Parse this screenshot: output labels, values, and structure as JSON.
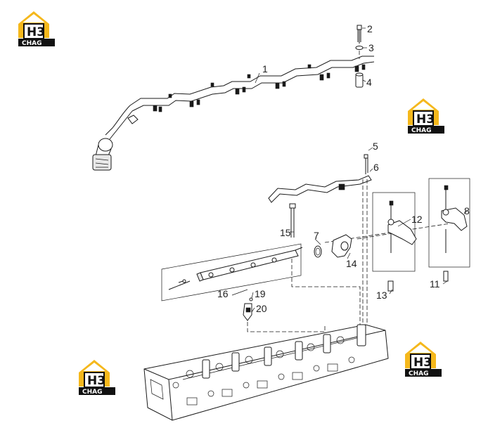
{
  "logo": {
    "mark": "H3",
    "word": "CHAG",
    "colors": {
      "roof": "#f5b81c",
      "block": "#111111",
      "text": "#ffffff"
    }
  },
  "callouts": [
    {
      "id": "c1",
      "label": "1"
    },
    {
      "id": "c2",
      "label": "2"
    },
    {
      "id": "c3",
      "label": "3"
    },
    {
      "id": "c4",
      "label": "4"
    },
    {
      "id": "c5",
      "label": "5"
    },
    {
      "id": "c6",
      "label": "6"
    },
    {
      "id": "c7",
      "label": "7"
    },
    {
      "id": "c8",
      "label": "8"
    },
    {
      "id": "c11",
      "label": "11"
    },
    {
      "id": "c12",
      "label": "12"
    },
    {
      "id": "c13",
      "label": "13"
    },
    {
      "id": "c14",
      "label": "14"
    },
    {
      "id": "c15",
      "label": "15"
    },
    {
      "id": "c16",
      "label": "16"
    },
    {
      "id": "c19",
      "label": "19"
    },
    {
      "id": "c20",
      "label": "20"
    }
  ]
}
